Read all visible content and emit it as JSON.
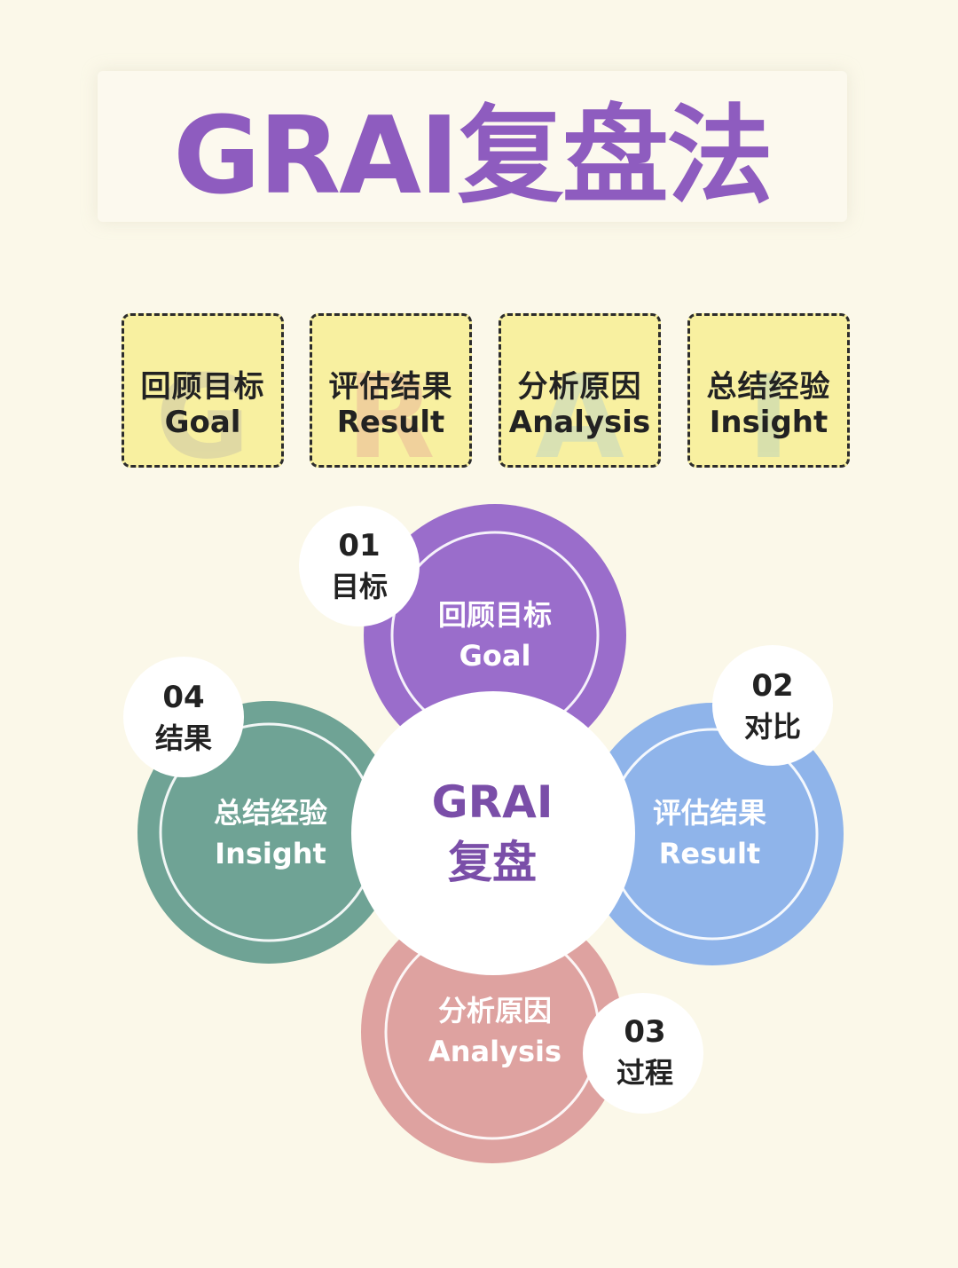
{
  "title": "GRAI复盘法",
  "cards": [
    {
      "cn": "回顾目标",
      "en": "Goal",
      "letter": "G",
      "letter_color": "#c9c3a6"
    },
    {
      "cn": "评估结果",
      "en": "Result",
      "letter": "R",
      "letter_color": "#e9b49a"
    },
    {
      "cn": "分析原因",
      "en": "Analysis",
      "letter": "A",
      "letter_color": "#bcd3c6"
    },
    {
      "cn": "总结经验",
      "en": "Insight",
      "letter": "I",
      "letter_color": "#b9d1b9"
    }
  ],
  "cycle": {
    "center": {
      "line1": "GRAI",
      "line2": "复盘"
    },
    "nodes": [
      {
        "cn": "回顾目标",
        "en": "Goal",
        "color": "#9a6dcb",
        "step_no": "01",
        "step_label": "目标"
      },
      {
        "cn": "评估结果",
        "en": "Result",
        "color": "#8fb4ea",
        "step_no": "02",
        "step_label": "对比"
      },
      {
        "cn": "分析原因",
        "en": "Analysis",
        "color": "#dea2a0",
        "step_no": "03",
        "step_label": "过程"
      },
      {
        "cn": "总结经验",
        "en": "Insight",
        "color": "#6fa395",
        "step_no": "04",
        "step_label": "结果"
      }
    ]
  },
  "colors": {
    "background": "#fbf8e9",
    "title": "#8e5cbf",
    "card_fill": "#f8f0a0",
    "center_text": "#7a4ea8"
  }
}
